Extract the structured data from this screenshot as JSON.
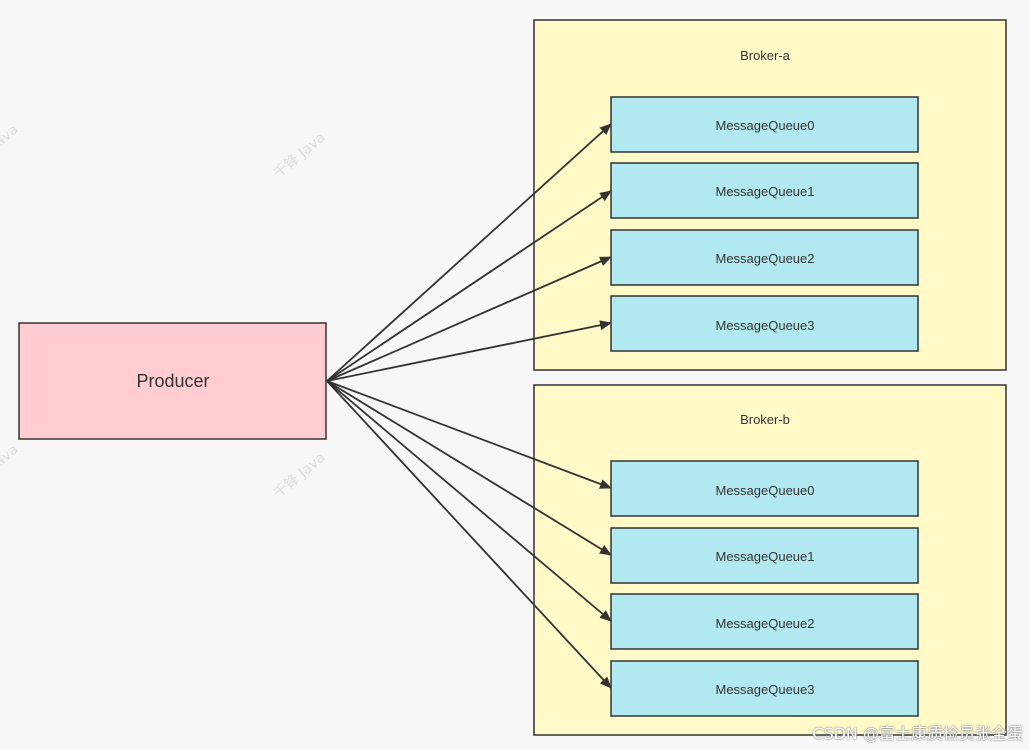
{
  "producer": {
    "label": "Producer",
    "color": "#ffccd1"
  },
  "brokers": [
    {
      "name": "Broker-a",
      "queues": [
        "MessageQueue0",
        "MessageQueue1",
        "MessageQueue2",
        "MessageQueue3"
      ]
    },
    {
      "name": "Broker-b",
      "queues": [
        "MessageQueue0",
        "MessageQueue1",
        "MessageQueue2",
        "MessageQueue3"
      ]
    }
  ],
  "colors": {
    "broker_fill": "#fffac8",
    "queue_fill": "#b2e8f0",
    "stroke": "#333333"
  },
  "watermarks": [
    "千锋 Java",
    "千锋 Java",
    "ava",
    "ava"
  ],
  "footer": "CSDN @富士康质检员张全蛋"
}
